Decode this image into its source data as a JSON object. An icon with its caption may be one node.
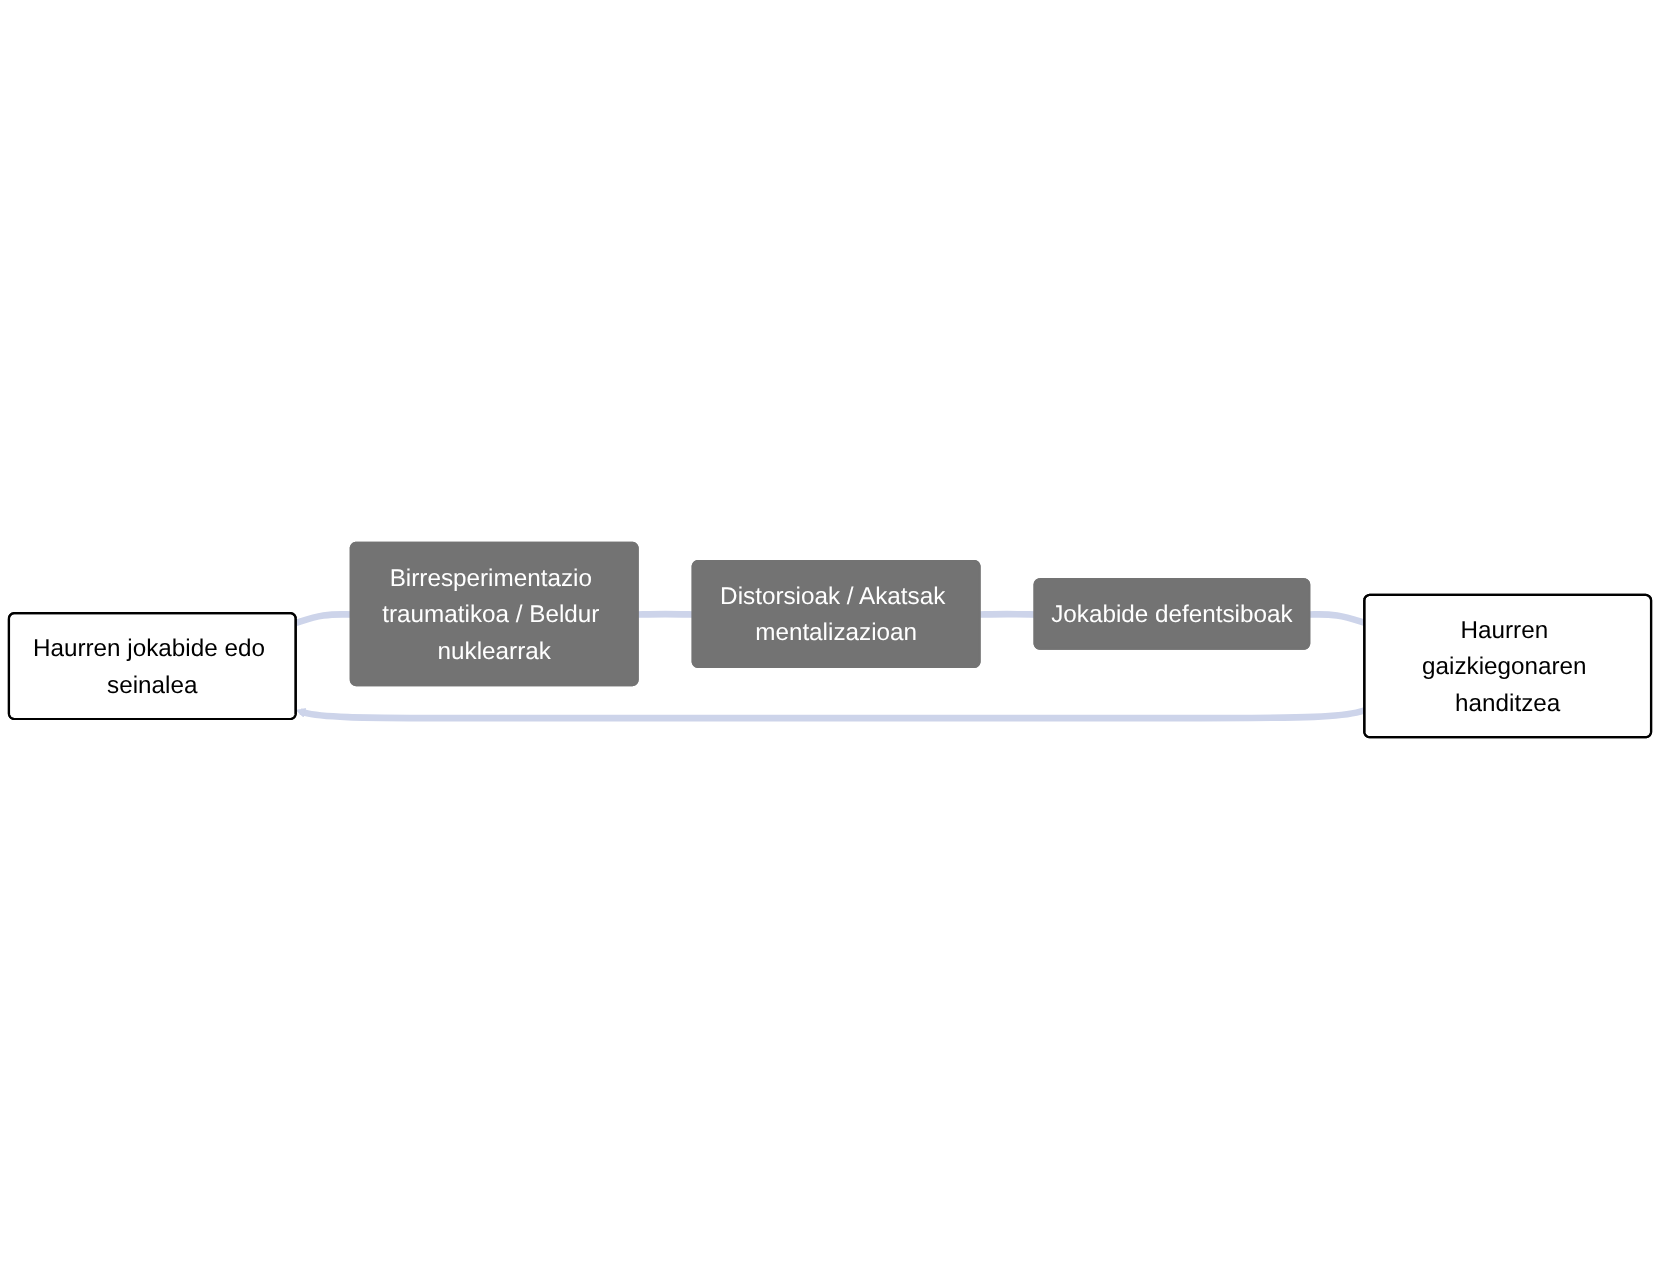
{
  "diagram": {
    "nodes": [
      {
        "text": [
          "Haurren jokabide edo seinalea"
        ]
      },
      {
        "text": [
          "Birresperimentazio traumatikoa / Beldur nuklearrak"
        ]
      },
      {
        "text": [
          "Distorsioak / Akatsak mentalizazioan"
        ]
      },
      {
        "text": [
          "Jokabide defentsiboak"
        ]
      },
      {
        "text": [
          "Haurren gaizkiegonaren handitzea"
        ]
      }
    ],
    "edges": [
      {
        "from": 0,
        "to": 1,
        "arrow": "none",
        "color": "#cdd4ea"
      },
      {
        "from": 1,
        "to": 2,
        "arrow": "none",
        "color": "#cdd4ea"
      },
      {
        "from": 2,
        "to": 3,
        "arrow": "none",
        "color": "#cdd4ea"
      },
      {
        "from": 3,
        "to": 4,
        "arrow": "none",
        "color": "#cdd4ea"
      },
      {
        "from": 4,
        "to": 0,
        "arrow": "to",
        "color": "#cdd4ea"
      }
    ]
  }
}
